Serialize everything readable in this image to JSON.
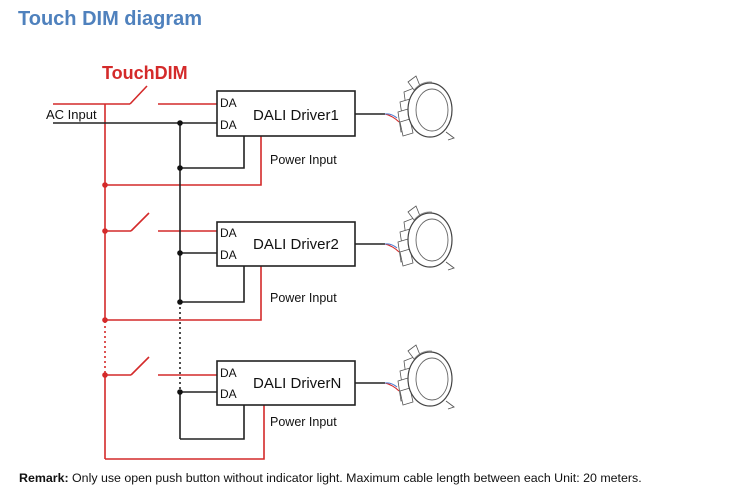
{
  "title": "Touch DIM diagram",
  "diagram": {
    "switch_label": "TouchDIM",
    "ac_input_label": "AC Input",
    "colors": {
      "red": "#d42a2a",
      "black": "#222222",
      "title": "#4f81bd"
    },
    "drivers": [
      {
        "name": "DALI Driver1",
        "terminal_top": "DA",
        "terminal_bottom": "DA",
        "power_label": "Power Input",
        "load": "LED downlight"
      },
      {
        "name": "DALI Driver2",
        "terminal_top": "DA",
        "terminal_bottom": "DA",
        "power_label": "Power Input",
        "load": "LED downlight"
      },
      {
        "name": "DALI DriverN",
        "terminal_top": "DA",
        "terminal_bottom": "DA",
        "power_label": "Power Input",
        "load": "LED downlight"
      }
    ]
  },
  "remark": {
    "label": "Remark:",
    "text": " Only use open push button without indicator light. Maximum cable length between each Unit: 20 meters."
  }
}
